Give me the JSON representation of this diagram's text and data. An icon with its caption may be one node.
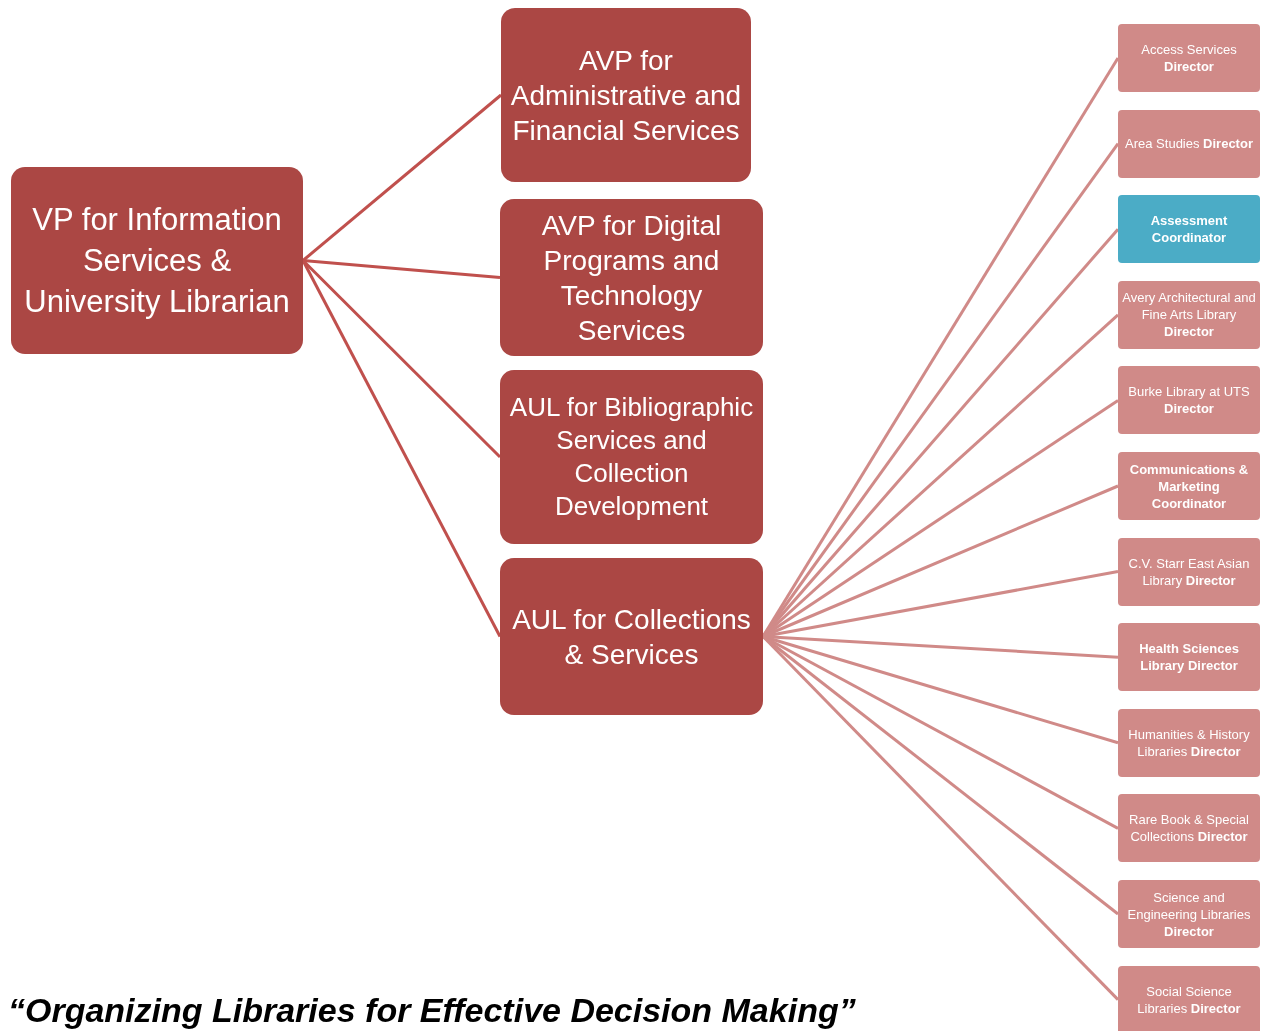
{
  "diagram": {
    "caption": "“Organizing Libraries for Effective Decision Making”",
    "nodes": [
      {
        "text": [
          "VP for Information Services & University Librarian"
        ]
      },
      {
        "text": [
          "AVP for Administrative and Financial Services"
        ]
      },
      {
        "text": [
          "AVP for Digital Programs and Technology Services"
        ]
      },
      {
        "text": [
          "AUL for Bibliographic Services and Collection Development"
        ]
      },
      {
        "text": [
          "AUL for Collections & Services"
        ]
      },
      {
        "text": [
          "Access Services **Director**"
        ]
      },
      {
        "text": [
          "Area Studies **Director**"
        ]
      },
      {
        "text": [
          "Assessment Coordinator"
        ]
      },
      {
        "text": [
          "Avery Architectural and Fine Arts Library **Director**"
        ]
      },
      {
        "text": [
          "Burke Library at UTS **Director**"
        ]
      },
      {
        "text": [
          "Communications  & Marketing Coordinator"
        ]
      },
      {
        "text": [
          "C.V. Starr East Asian Library **Director**"
        ]
      },
      {
        "text": [
          "Health Sciences Library Director"
        ]
      },
      {
        "text": [
          "Humanities & History Libraries **Director**"
        ]
      },
      {
        "text": [
          "Rare Book & Special Collections **Director**"
        ]
      },
      {
        "text": [
          "Science and Engineering Libraries **Director**"
        ]
      },
      {
        "text": [
          "Social Science Libraries **Director**"
        ]
      }
    ],
    "edges": [
      {
        "from": 0,
        "to": 1,
        "arrow": "none",
        "color": "#c0504d"
      },
      {
        "from": 0,
        "to": 2,
        "arrow": "none",
        "color": "#c0504d"
      },
      {
        "from": 0,
        "to": 3,
        "arrow": "none",
        "color": "#c0504d"
      },
      {
        "from": 0,
        "to": 4,
        "arrow": "none",
        "color": "#c0504d"
      },
      {
        "from": 4,
        "to": 5,
        "arrow": "none"
      },
      {
        "from": 4,
        "to": 6,
        "arrow": "none"
      },
      {
        "from": 4,
        "to": 7,
        "arrow": "none"
      },
      {
        "from": 4,
        "to": 8,
        "arrow": "none"
      },
      {
        "from": 4,
        "to": 9,
        "arrow": "none"
      },
      {
        "from": 4,
        "to": 10,
        "arrow": "none"
      },
      {
        "from": 4,
        "to": 11,
        "arrow": "none"
      },
      {
        "from": 4,
        "to": 12,
        "arrow": "none"
      },
      {
        "from": 4,
        "to": 13,
        "arrow": "none"
      },
      {
        "from": 4,
        "to": 14,
        "arrow": "none"
      },
      {
        "from": 4,
        "to": 15,
        "arrow": "none"
      },
      {
        "from": 4,
        "to": 16,
        "arrow": "none"
      }
    ]
  }
}
